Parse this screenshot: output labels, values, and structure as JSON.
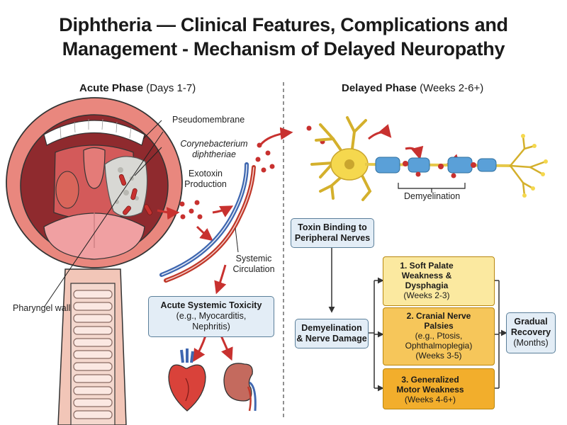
{
  "title_line1": "Diphtheria — Clinical Features, Complications and",
  "title_line2": "Management - Mechanism of Delayed Neuropathy",
  "acute_phase": {
    "label": "Acute Phase",
    "days": "(Days 1-7)"
  },
  "delayed_phase": {
    "label": "Delayed Phase",
    "weeks": "(Weeks 2-6+)"
  },
  "labels": {
    "pseudomembrane": "Pseudomembrane",
    "bacterium_line1": "Corynebacterium",
    "bacterium_line2": "diphtheriae",
    "exotoxin_line1": "Exotoxin",
    "exotoxin_line2": "Production",
    "systemic_line1": "Systemic",
    "systemic_line2": "Circulation",
    "pharyngeal_wall": "Pharyngel wall",
    "demyelination": "Demyelination"
  },
  "boxes": {
    "acute_toxicity": {
      "title": "Acute Systemic Toxicity",
      "line2": "(e.g., Myocarditis,",
      "line3": "Nephritis)"
    },
    "toxin_binding": {
      "line1": "Toxin Binding to",
      "line2": "Peripheral Nerves"
    },
    "demyelination": {
      "line1": "Demyelination",
      "line2": "& Nerve Damage"
    },
    "recovery": {
      "line1": "Gradual",
      "line2": "Recovery",
      "line3": "(Months)"
    }
  },
  "stages": [
    {
      "line1": "1. Soft Palate",
      "line2": "Weakness &",
      "line3": "Dysphagia",
      "line4": "(Weeks 2-3)"
    },
    {
      "line1": "2. Cranial Nerve",
      "line2": "Palsies",
      "line3": "(e.g., Ptosis,",
      "line4": "Ophthalmoplegia)",
      "line5": "(Weeks 3-5)"
    },
    {
      "line1": "3. Generalized",
      "line2": "Motor Weakness",
      "line3": "(Weeks 4-6+)"
    }
  ],
  "colors": {
    "toxin_red": "#c8312f",
    "artery_red": "#c0392b",
    "vein_blue": "#3f67b0",
    "box_blue": "#e3edf6",
    "stage1": "#fbe9a0",
    "stage2": "#f6c65a",
    "stage3": "#f2ae2c",
    "neuron_yellow": "#f5d84e",
    "myelin_blue": "#5aa0d8"
  }
}
